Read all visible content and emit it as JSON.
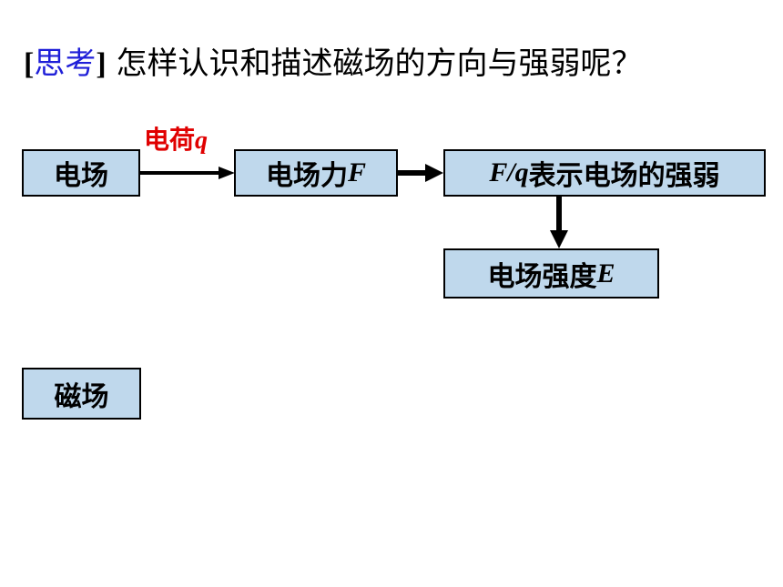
{
  "title": {
    "bracket_open": "[",
    "think": "思考",
    "bracket_close": "]",
    "question": " 怎样认识和描述磁场的方向与强弱呢？"
  },
  "flow": {
    "box_field": "电场",
    "edge_label_text": "电荷",
    "edge_label_symbol": "q",
    "box_force_text": "电场力",
    "box_force_symbol": "F",
    "box_ratio_symbol": "F/q",
    "box_ratio_text": "表示电场的强弱",
    "box_intensity_text": "电场强度",
    "box_intensity_symbol": "E",
    "box_magnetic": "磁场"
  },
  "colors": {
    "box_fill": "#bfd8ec",
    "highlight_blue": "#1f1fd8",
    "label_red": "#e00000"
  }
}
